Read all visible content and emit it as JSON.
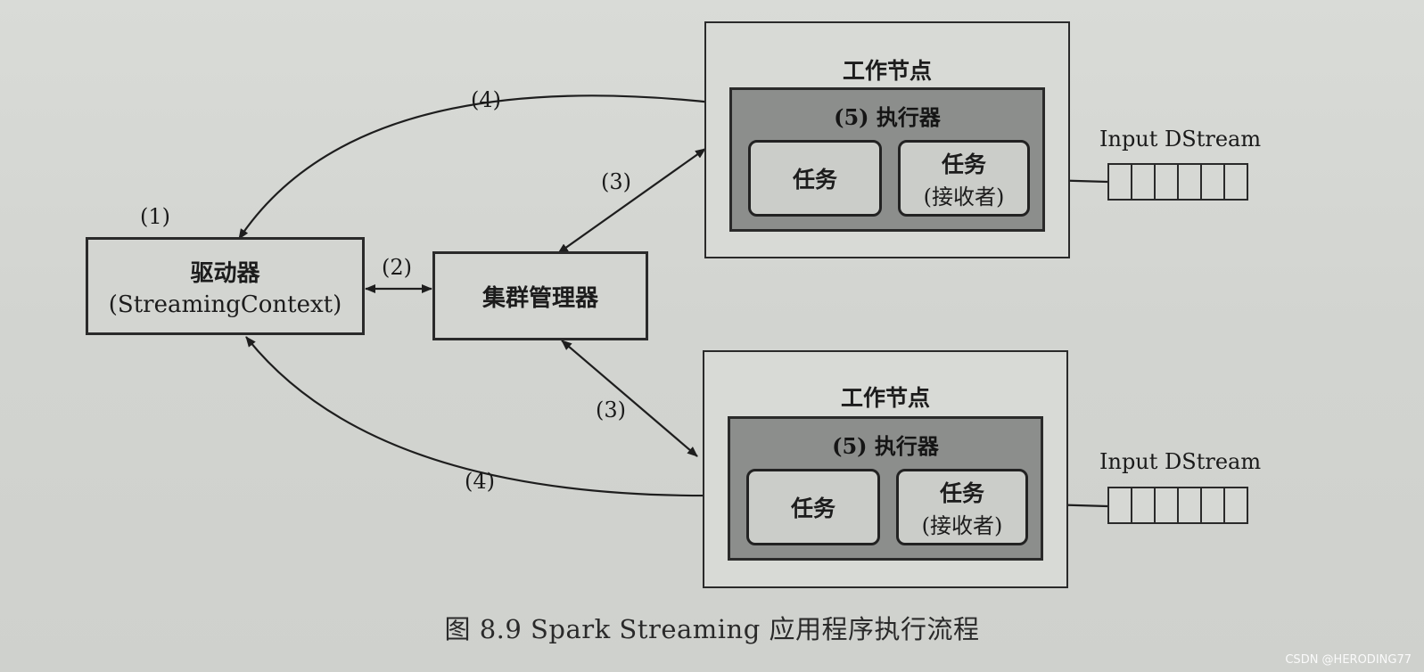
{
  "driver": {
    "name": "驱动器",
    "context": "(StreamingContext)"
  },
  "cluster_manager": {
    "name": "集群管理器"
  },
  "worker_nodes": [
    {
      "title": "工作节点",
      "executor": "(5) 执行器",
      "task1": "任务",
      "task2": "任务",
      "task2_sub": "(接收者)",
      "input": "Input DStream"
    },
    {
      "title": "工作节点",
      "executor": "(5) 执行器",
      "task1": "任务",
      "task2": "任务",
      "task2_sub": "(接收者)",
      "input": "Input DStream"
    }
  ],
  "step_labels": {
    "s1": "(1)",
    "s2": "(2)",
    "s3_top": "(3)",
    "s3_bottom": "(3)",
    "s4_top": "(4)",
    "s4_bottom": "(4)"
  },
  "caption": "图 8.9   Spark Streaming 应用程序执行流程",
  "watermark": "CSDN @HERODING77",
  "queue_cells": 6
}
